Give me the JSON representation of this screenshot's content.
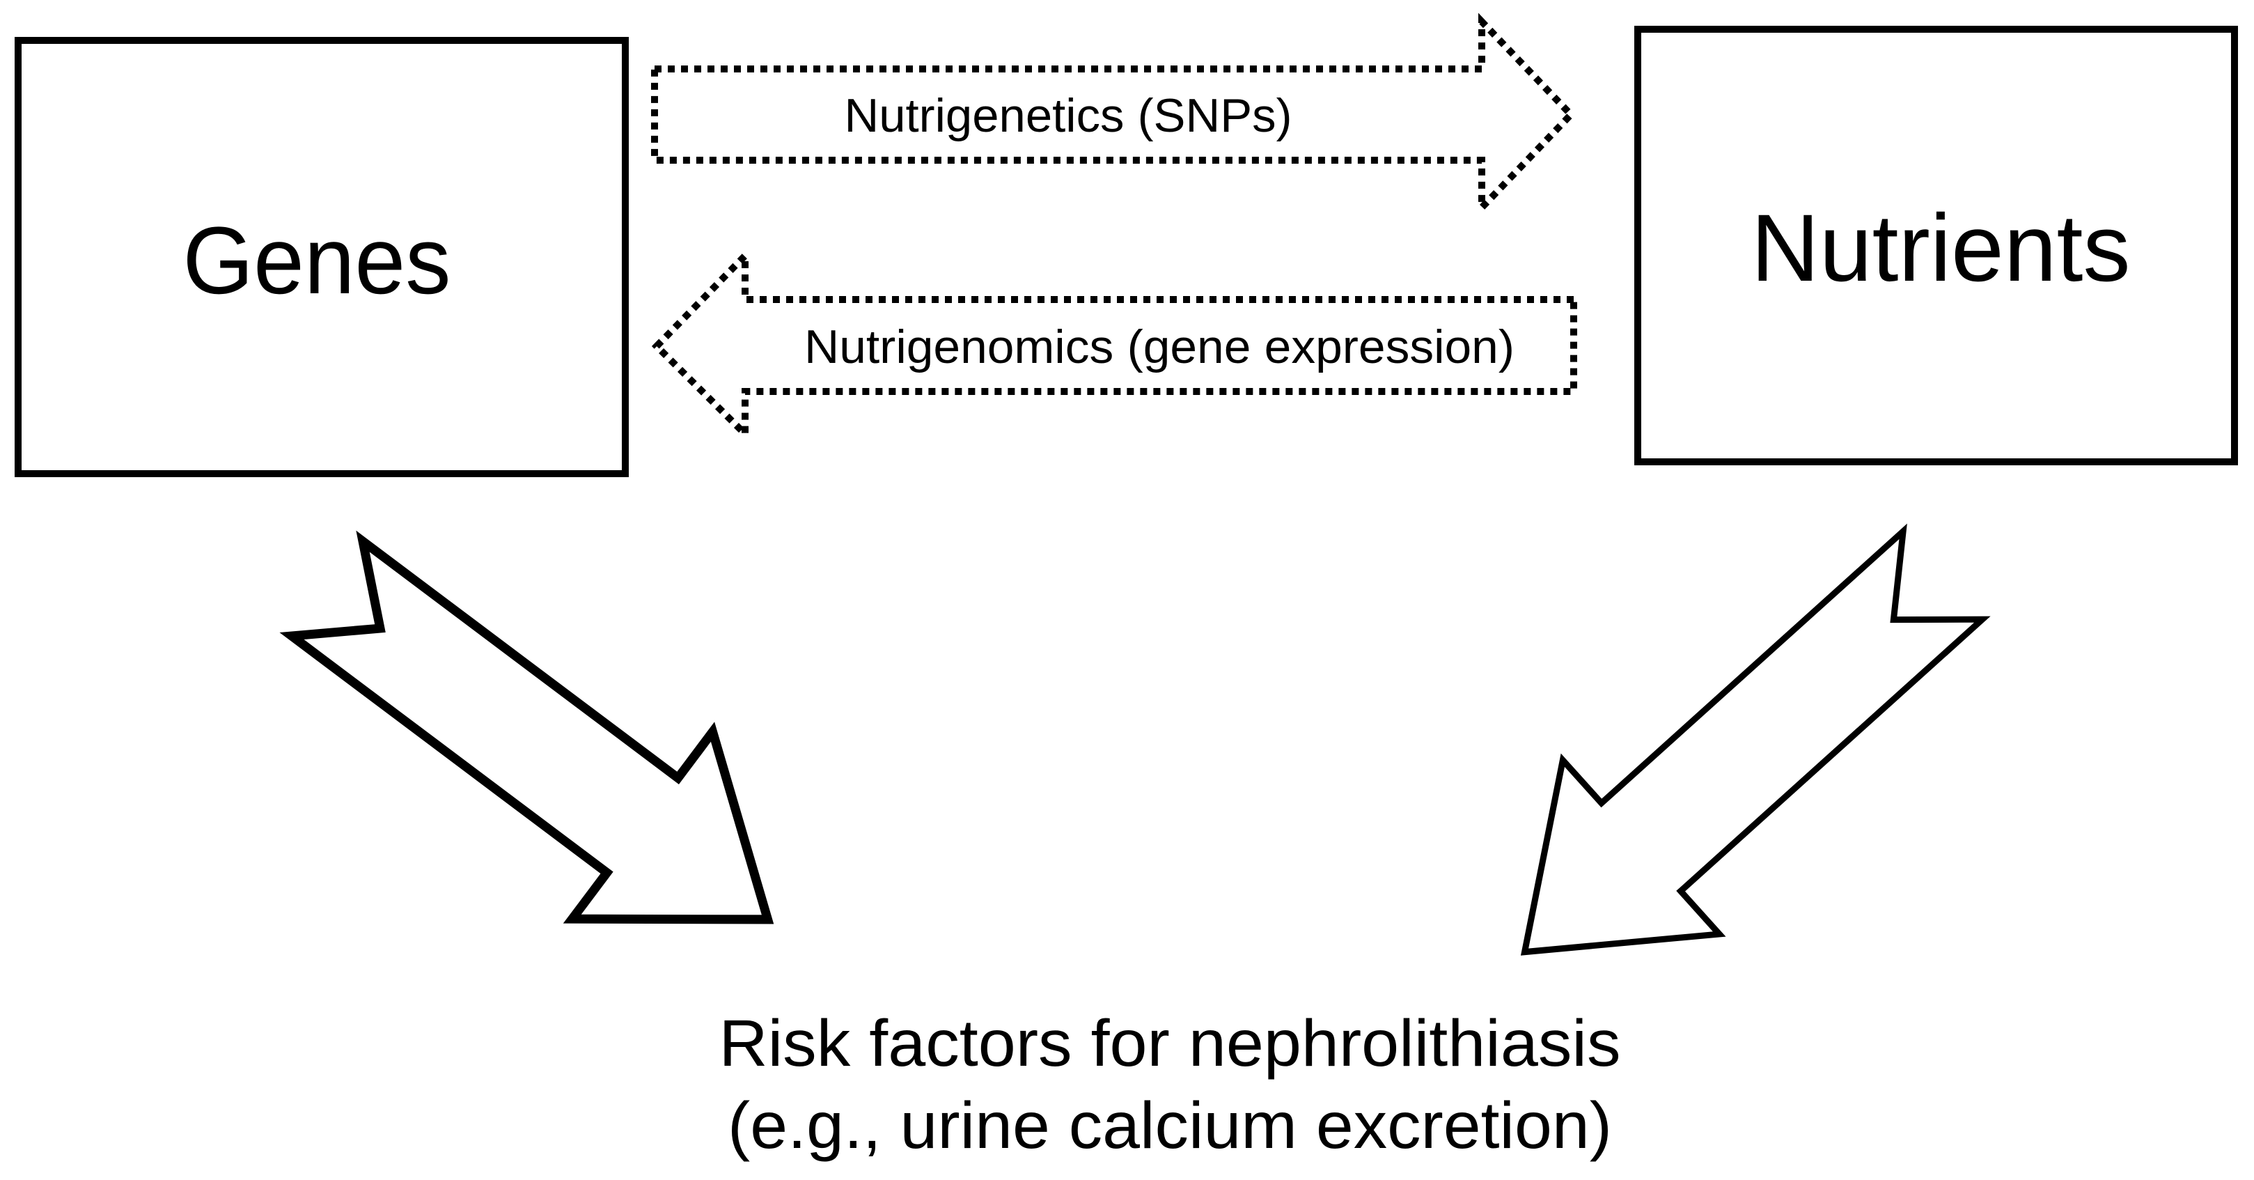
{
  "figure": {
    "background_color": "#ffffff",
    "ink_color": "#000000",
    "nodes": {
      "genes": {
        "label": "Genes"
      },
      "nutrients": {
        "label": "Nutrients"
      }
    },
    "relations": {
      "nutrigenetics": {
        "label": "Nutrigenetics (SNPs)",
        "from": "Genes",
        "to": "Nutrients",
        "line_style": "dotted"
      },
      "nutrigenomics": {
        "label": "Nutrigenomics (gene expression)",
        "from": "Nutrients",
        "to": "Genes",
        "line_style": "dotted"
      },
      "genes_to_outcome": {
        "from": "Genes",
        "to": "Risk factors for nephrolithiasis",
        "line_style": "solid-outline"
      },
      "nutrients_to_outcome": {
        "from": "Nutrients",
        "to": "Risk factors for nephrolithiasis",
        "line_style": "solid-outline"
      }
    },
    "outcome": {
      "line1": "Risk factors for nephrolithiasis",
      "line2": "(e.g., urine calcium excretion)"
    }
  }
}
